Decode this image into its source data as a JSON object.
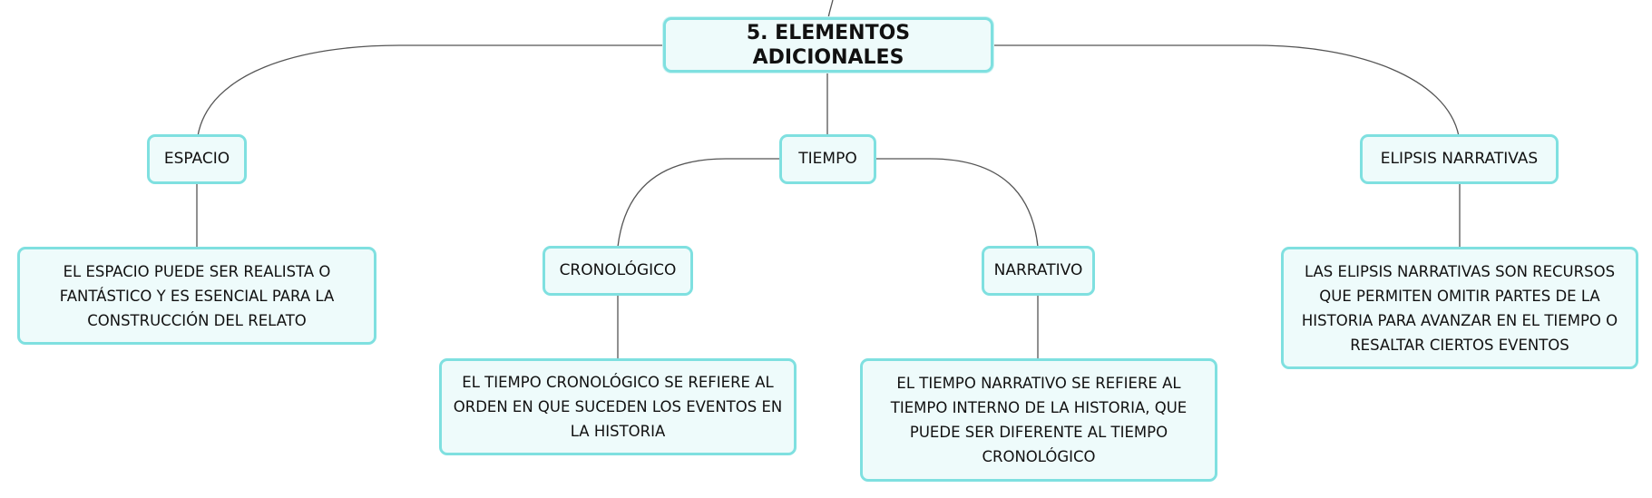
{
  "diagram": {
    "root": {
      "label": "5. ELEMENTOS ADICIONALES"
    },
    "espacio": {
      "label": "ESPACIO",
      "description": "EL ESPACIO PUEDE SER REALISTA O FANTÁSTICO Y ES ESENCIAL PARA LA CONSTRUCCIÓN DEL RELATO"
    },
    "tiempo": {
      "label": "TIEMPO",
      "cronologico": {
        "label": "CRONOLÓGICO",
        "description": "EL TIEMPO CRONOLÓGICO SE REFIERE AL ORDEN EN QUE SUCEDEN LOS EVENTOS EN LA HISTORIA"
      },
      "narrativo": {
        "label": "NARRATIVO",
        "description": "EL TIEMPO NARRATIVO SE REFIERE AL TIEMPO INTERNO DE LA HISTORIA, QUE PUEDE SER DIFERENTE AL TIEMPO CRONOLÓGICO"
      }
    },
    "elipsis": {
      "label": "ELIPSIS NARRATIVAS",
      "description": "LAS ELIPSIS NARRATIVAS SON RECURSOS QUE PERMITEN OMITIR PARTES DE LA HISTORIA PARA AVANZAR EN EL TIEMPO O RESALTAR CIERTOS EVENTOS"
    },
    "colors": {
      "node_border": "#7fe0e0",
      "node_fill": "#eefbfb",
      "connector": "#555555",
      "text": "#111111"
    }
  }
}
